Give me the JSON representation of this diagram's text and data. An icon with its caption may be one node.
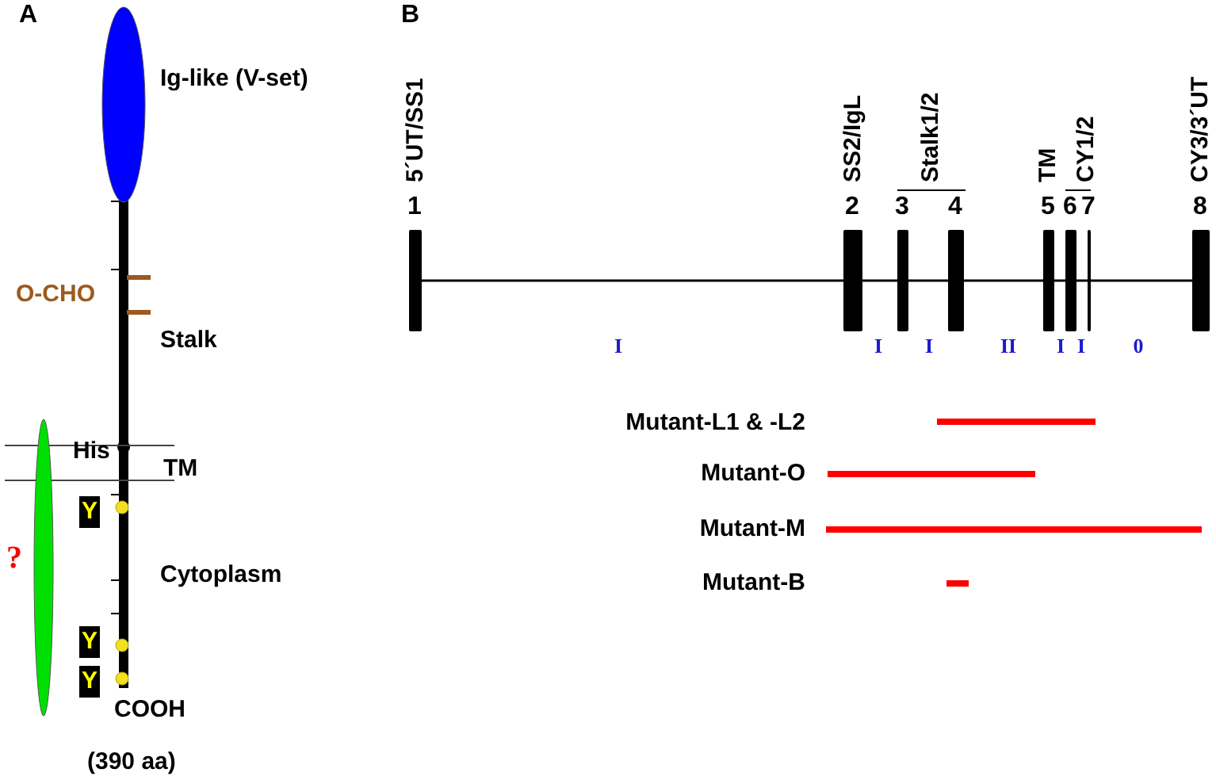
{
  "diagram": {
    "nodes": [
      {
        "text": [],
        "shape": "ellipse",
        "beside": [
          "Ig-like (V-set)"
        ]
      },
      {
        "text": [],
        "shape": "ellipse",
        "beside": [
          "?"
        ]
      },
      {
        "text": [
          "Y"
        ]
      },
      {
        "text": [
          "Y"
        ]
      },
      {
        "text": [
          "Y"
        ]
      },
      {
        "text": [
          "1"
        ]
      },
      {
        "text": [
          "2"
        ]
      },
      {
        "text": [
          "3"
        ]
      },
      {
        "text": [
          "4"
        ]
      },
      {
        "text": [
          "5"
        ]
      },
      {
        "text": [
          "6"
        ]
      },
      {
        "text": [
          "7"
        ]
      },
      {
        "text": [
          "8"
        ]
      },
      {
        "text": [],
        "shape": "bar"
      },
      {
        "text": [],
        "shape": "bar"
      },
      {
        "text": [],
        "shape": "bar"
      },
      {
        "text": [],
        "shape": "bar"
      }
    ],
    "edges": [
      {
        "from": 5,
        "to": 6,
        "arrow": "none",
        "label": "I"
      },
      {
        "from": 6,
        "to": 7,
        "arrow": "none",
        "label": "I"
      },
      {
        "from": 7,
        "to": 8,
        "arrow": "none",
        "label": "I"
      },
      {
        "from": 8,
        "to": 9,
        "arrow": "none",
        "label": "II"
      },
      {
        "from": 9,
        "to": 10,
        "arrow": "none",
        "label": "I"
      },
      {
        "from": 10,
        "to": 11,
        "arrow": "none",
        "label": "I"
      },
      {
        "from": 11,
        "to": 12,
        "arrow": "none",
        "label": "0"
      }
    ],
    "labels": [
      "A",
      "O-CHO",
      "Stalk",
      "His",
      "TM",
      "Cytoplasm",
      "COOH",
      "(390 aa)",
      "B",
      "5´UT/SS1",
      "SS2/IgL",
      "Stalk1/2",
      "TM",
      "CY1/2",
      "CY3/3´UT",
      "Mutant-L1 & -L2",
      "Mutant-O",
      "Mutant-M",
      "Mutant-B"
    ]
  }
}
